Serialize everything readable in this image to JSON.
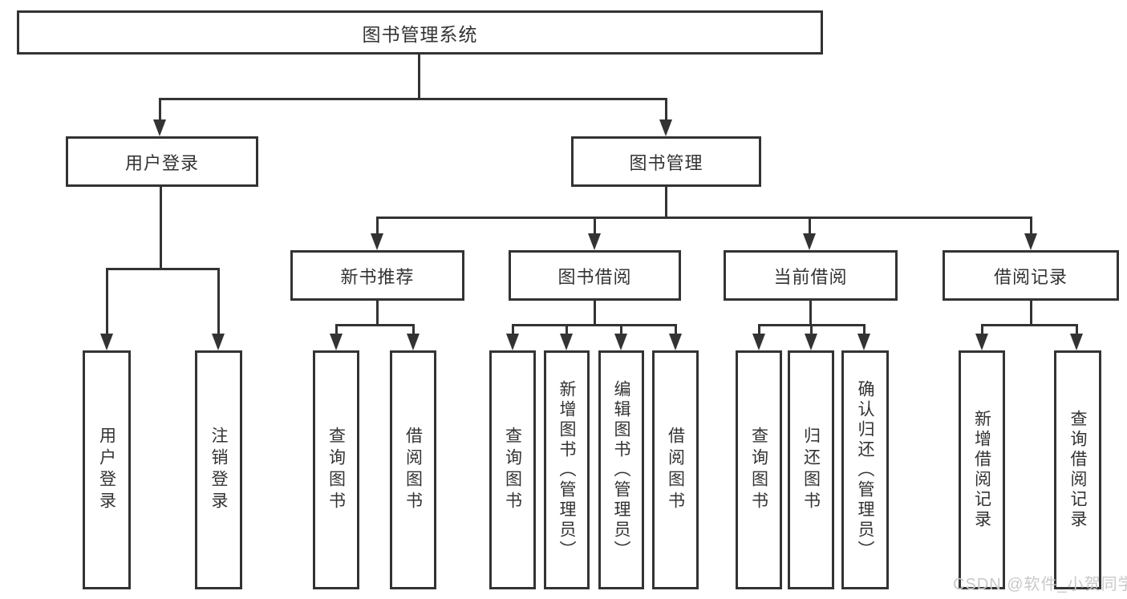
{
  "diagram": {
    "root": {
      "label": "图书管理系统"
    },
    "level2": [
      {
        "label": "用户登录",
        "children": [
          "用户登录",
          "注销登录"
        ]
      },
      {
        "label": "图书管理"
      }
    ],
    "level3": [
      {
        "label": "新书推荐",
        "children": [
          "查询图书",
          "借阅图书"
        ]
      },
      {
        "label": "图书借阅",
        "children": [
          "查询图书",
          "新增图书（管理员）",
          "编辑图书（管理员）",
          "借阅图书"
        ]
      },
      {
        "label": "当前借阅",
        "children": [
          "查询图书",
          "归还图书",
          "确认归还（管理员）"
        ]
      },
      {
        "label": "借阅记录",
        "children": [
          "新增借阅记录",
          "查询借阅记录"
        ]
      }
    ],
    "watermark": "CSDN @软件_小贺同学",
    "colors": {
      "line": "#333333",
      "text": "#333333",
      "box_background": "#ffffff",
      "page_background": "#ffffff",
      "watermark": "#c9c9c9"
    }
  }
}
